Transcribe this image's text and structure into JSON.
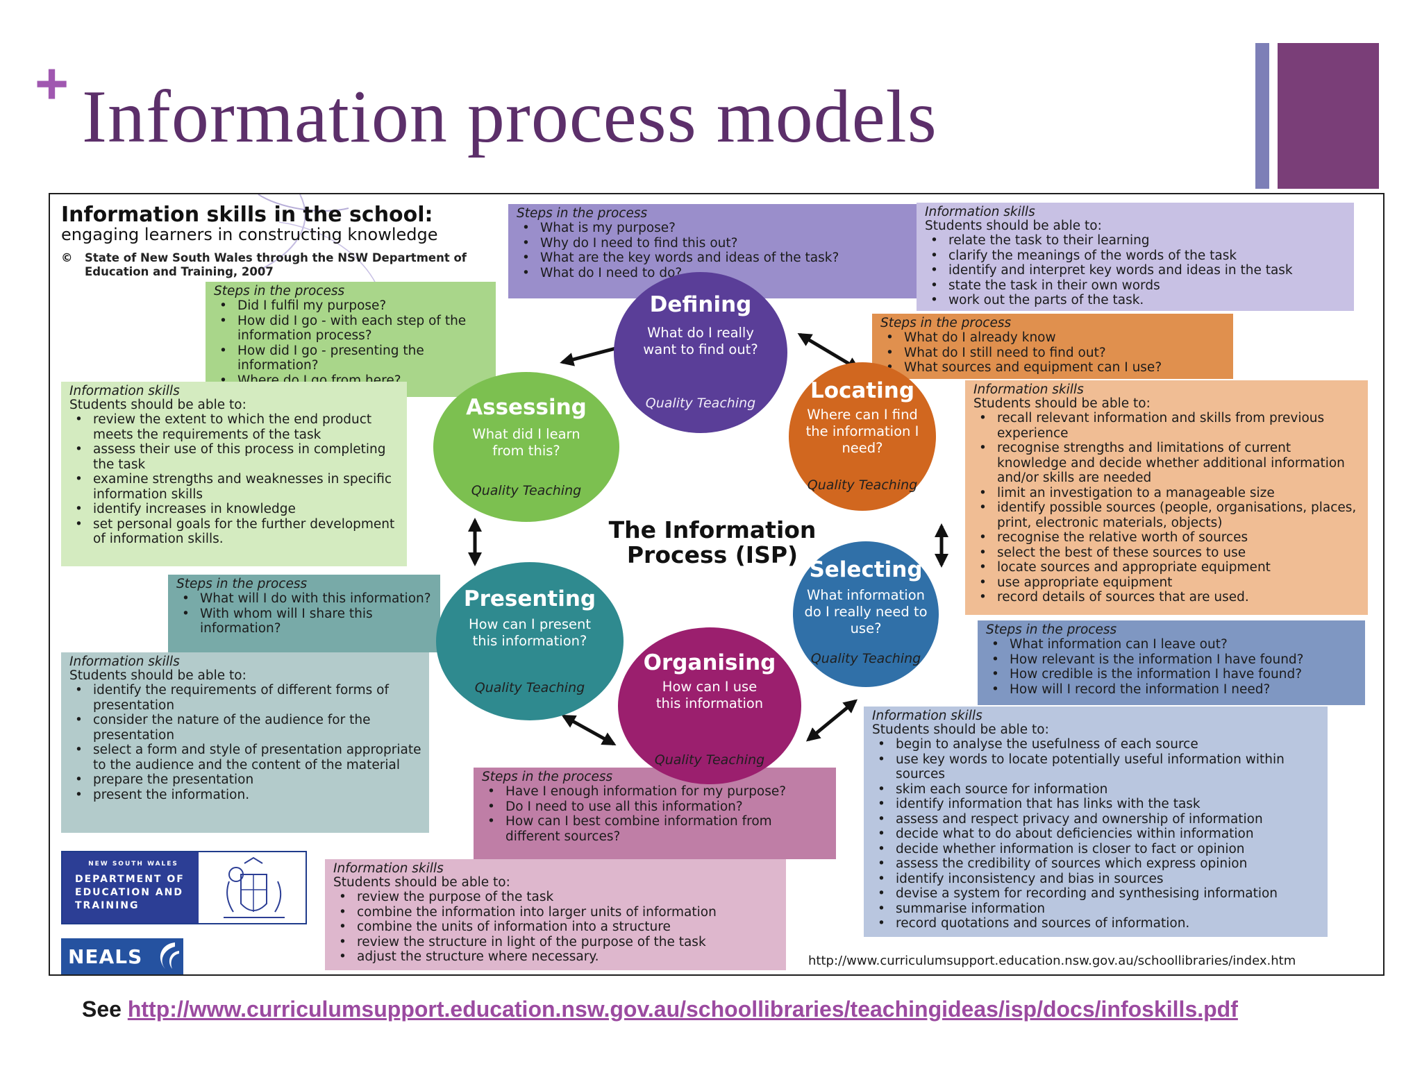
{
  "slide": {
    "plus": "+",
    "title": "Information process models",
    "footer_prefix": "See",
    "footer_link": "http://www.curriculumsupport.education.nsw.gov.au/schoollibraries/teachingideas/isp/docs/infoskills.pdf"
  },
  "colors": {
    "title": "#5c2f6a",
    "accent_plus": "#a058b0",
    "bar_thin": "#7d7fb7",
    "bar_wide": "#7a3e78",
    "defining": "#5a3e98",
    "locating": "#d1671f",
    "selecting": "#3070a8",
    "organising": "#9b1f6e",
    "presenting": "#2f8a8f",
    "assessing": "#7cc050"
  },
  "figure": {
    "heading": "Information skills in the school:",
    "subheading": "engaging learners in constructing knowledge",
    "copyright_symbol": "©",
    "copyright_text": "State of New South Wales through the NSW Department of Education and Training, 2007",
    "center_title": "The Information Process (ISP)",
    "url": "http://www.curriculumsupport.education.nsw.gov.au/schoollibraries/index.htm",
    "logo_dept_top": "NEW SOUTH WALES",
    "logo_dept_name": "DEPARTMENT OF EDUCATION AND TRAINING",
    "logo_neals": "NEALS",
    "phases": {
      "defining": {
        "title": "Defining",
        "question": "What do I really want to find out?",
        "footer": "Quality Teaching"
      },
      "locating": {
        "title": "Locating",
        "question": "Where can I find the information I need?",
        "footer": "Quality Teaching"
      },
      "selecting": {
        "title": "Selecting",
        "question": "What information do I really need to use?",
        "footer": "Quality Teaching"
      },
      "organising": {
        "title": "Organising",
        "question": "How can I use this information",
        "footer": "Quality Teaching"
      },
      "presenting": {
        "title": "Presenting",
        "question": "How can I present this information?",
        "footer": "Quality Teaching"
      },
      "assessing": {
        "title": "Assessing",
        "question": "What did I learn from this?",
        "footer": "Quality Teaching"
      }
    },
    "boxes": {
      "defining_steps": {
        "caption": "Steps in the process",
        "items": [
          "What is my purpose?",
          "Why do I need to find this out?",
          "What are the key words and ideas of the task?",
          "What do I need to do?"
        ]
      },
      "defining_skills": {
        "caption": "Information skills",
        "intro": "Students should be able to:",
        "items": [
          "relate the task to their learning",
          "clarify the meanings of the words of the task",
          "identify and interpret key words and ideas in the task",
          "state the task in their own words",
          "work out the parts of the task."
        ]
      },
      "locating_steps": {
        "caption": "Steps in the process",
        "items": [
          "What do I already know",
          "What do I still need to find out?",
          "What sources and equipment can I use?"
        ]
      },
      "locating_skills": {
        "caption": "Information skills",
        "intro": "Students should be able to:",
        "items": [
          "recall relevant information and skills from previous experience",
          "recognise strengths and limitations of current knowledge and decide whether additional information and/or skills are needed",
          "limit an investigation to a manageable size",
          "identify possible sources (people, organisations, places, print, electronic materials, objects)",
          "recognise the relative worth of sources",
          "select the best of these sources to use",
          "locate sources and appropriate equipment",
          "use appropriate equipment",
          "record details of sources that are used."
        ]
      },
      "selecting_steps": {
        "caption": "Steps in the process",
        "items": [
          "What information can I leave out?",
          "How relevant is the information I have found?",
          "How credible is the information I have found?",
          "How will I record the information I need?"
        ]
      },
      "selecting_skills": {
        "caption": "Information skills",
        "intro": "Students should be able to:",
        "items": [
          "begin to analyse the usefulness of each source",
          "use key words to locate potentially useful information within sources",
          "skim each source for information",
          "identify information that has links with the task",
          "assess and respect privacy and ownership of information",
          "decide what to do about deficiencies within information",
          "decide whether information is closer to fact or opinion",
          "assess the credibility of sources which express opinion",
          "identify inconsistency and bias in sources",
          "devise a system for recording and synthesising information",
          "summarise information",
          "record quotations and sources of information."
        ]
      },
      "organising_steps": {
        "caption": "Steps in the process",
        "items": [
          "Have I enough information for my purpose?",
          "Do I need to use all this information?",
          "How can I best combine information from different sources?"
        ]
      },
      "organising_skills": {
        "caption": "Information skills",
        "intro": "Students should be able to:",
        "items": [
          "review the purpose of the task",
          "combine the information into larger units of information",
          "combine the units of information into a structure",
          "review the structure in light of the purpose of the task",
          "adjust the structure where necessary."
        ]
      },
      "presenting_steps": {
        "caption": "Steps in the process",
        "items": [
          "What will I do with this information?",
          "With whom will I share this information?"
        ]
      },
      "presenting_skills": {
        "caption": "Information skills",
        "intro": "Students should be able to:",
        "items": [
          "identify the requirements of different forms of presentation",
          "consider the nature of the audience for the presentation",
          "select a form and style of presentation appropriate to the audience and the content of the material",
          "prepare the presentation",
          "present the information."
        ]
      },
      "assessing_steps": {
        "caption": "Steps in the process",
        "items": [
          "Did I fulfil my purpose?",
          "How did I go - with each step of the information process?",
          "How did I go - presenting the information?",
          "Where do I go from here?"
        ]
      },
      "assessing_skills": {
        "caption": "Information skills",
        "intro": "Students should be able to:",
        "items": [
          "review the extent to which the end product meets the requirements of the task",
          "assess their use of this process in completing the task",
          "examine strengths and weaknesses in specific information skills",
          "identify increases in knowledge",
          "set personal goals for the further development of information skills."
        ]
      }
    }
  }
}
